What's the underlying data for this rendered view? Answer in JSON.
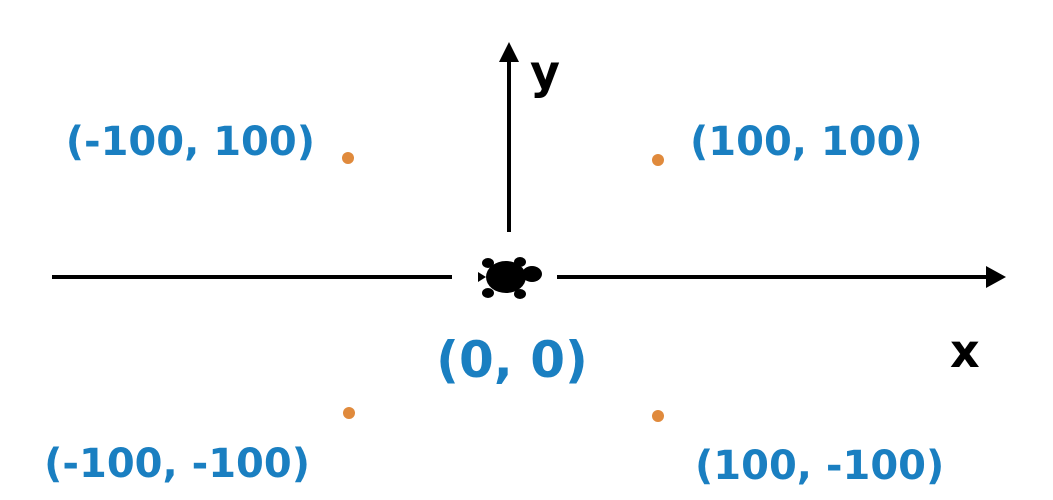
{
  "colors": {
    "label": "#1a7fc1",
    "point": "#e08a3c",
    "axis": "#000000",
    "turtle": "#000000"
  },
  "axes": {
    "x_label": "x",
    "y_label": "y"
  },
  "origin": {
    "label": "(0, 0)",
    "icon": "turtle-icon"
  },
  "points": [
    {
      "label": "(-100, 100)"
    },
    {
      "label": "(100, 100)"
    },
    {
      "label": "(-100, -100)"
    },
    {
      "label": "(100, -100)"
    }
  ]
}
